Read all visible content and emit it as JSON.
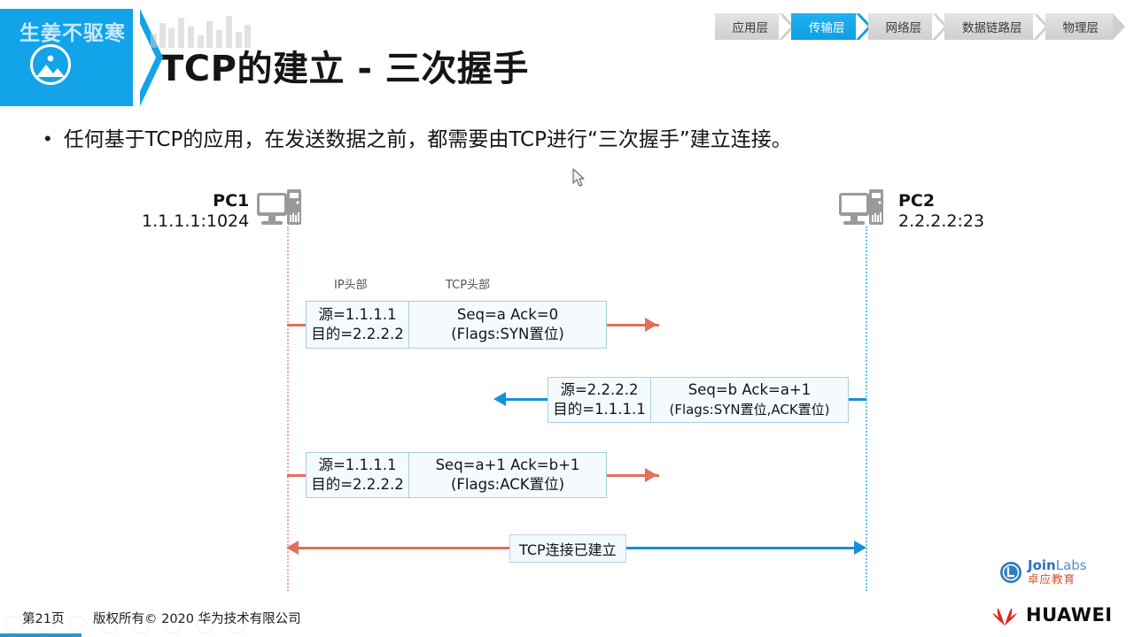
{
  "header": {
    "title": "TCP的建立 - 三次握手",
    "watermark": "生姜不驱寒",
    "banner_icon": "image-placeholder-icon"
  },
  "layer_nav": {
    "items": [
      {
        "label": "应用层",
        "active": false
      },
      {
        "label": "传输层",
        "active": true
      },
      {
        "label": "网络层",
        "active": false
      },
      {
        "label": "数据链路层",
        "active": false
      },
      {
        "label": "物理层",
        "active": false
      }
    ],
    "active_color": "#0E9FE4",
    "inactive_color": "#cfcfcf"
  },
  "bullet": {
    "marker": "•",
    "text": "任何基于TCP的应用，在发送数据之前，都需要由TCP进行“三次握手”建立连接。"
  },
  "diagram": {
    "pc1": {
      "name": "PC1",
      "address": "1.1.1.1:1024",
      "icon": "desktop-computer-icon",
      "lifeline_color": "#e8a9a0"
    },
    "pc2": {
      "name": "PC2",
      "address": "2.2.2.2:23",
      "icon": "desktop-computer-icon",
      "lifeline_color": "#5ec8e8"
    },
    "column_headers": {
      "ip": "IP头部",
      "tcp": "TCP头部"
    },
    "packets": [
      {
        "direction": "pc1-to-pc2",
        "arrow_color": "#e2705a",
        "ip_src": "源=1.1.1.1",
        "ip_dst": "目的=2.2.2.2",
        "tcp_seq": "Seq=a  Ack=0",
        "tcp_flags": "(Flags:SYN置位)"
      },
      {
        "direction": "pc2-to-pc1",
        "arrow_color": "#1790d8",
        "ip_src": "源=2.2.2.2",
        "ip_dst": "目的=1.1.1.1",
        "tcp_seq": "Seq=b Ack=a+1",
        "tcp_flags": "(Flags:SYN置位,ACK置位)"
      },
      {
        "direction": "pc1-to-pc2",
        "arrow_color": "#e2705a",
        "ip_src": "源=1.1.1.1",
        "ip_dst": "目的=2.2.2.2",
        "tcp_seq": "Seq=a+1  Ack=b+1",
        "tcp_flags": "(Flags:ACK置位)"
      }
    ],
    "established": {
      "label": "TCP连接已建立",
      "left_arrow_color": "#e2705a",
      "right_arrow_color": "#1790d8"
    }
  },
  "footer": {
    "page": "第21页",
    "copyright": "版权所有© 2020 华为技术有限公司",
    "joinlabs": {
      "join": "Join",
      "labs": "Labs",
      "cn": "卓应教育"
    },
    "huawei": {
      "text": "HUAWEI",
      "logo": "huawei-flower-logo"
    }
  },
  "player": {
    "buttons": [
      "prev-icon",
      "play-icon",
      "pen-icon",
      "copy-icon",
      "zoom-icon",
      "note-icon",
      "screen-icon",
      "more-icon"
    ]
  }
}
